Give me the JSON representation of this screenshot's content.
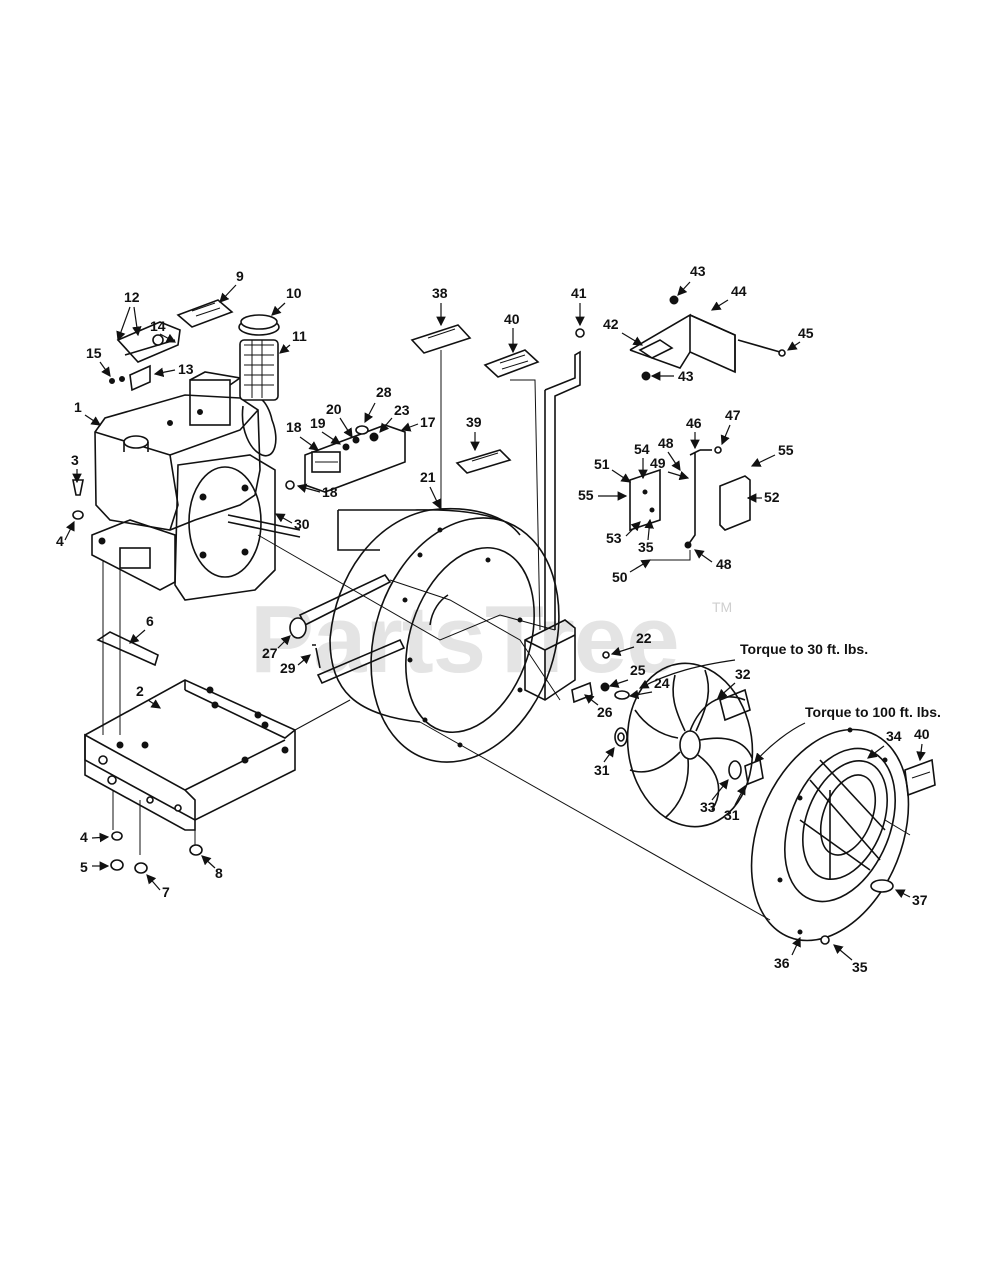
{
  "watermark": {
    "text": "PartsTree",
    "trademark": "TM"
  },
  "notes": {
    "torque_30": "Torque to 30 ft. lbs.",
    "torque_100": "Torque to 100 ft. lbs."
  },
  "callouts": [
    {
      "id": "c1",
      "text": "1"
    },
    {
      "id": "c2",
      "text": "2"
    },
    {
      "id": "c3",
      "text": "3"
    },
    {
      "id": "c4a",
      "text": "4"
    },
    {
      "id": "c4b",
      "text": "4"
    },
    {
      "id": "c5",
      "text": "5"
    },
    {
      "id": "c6",
      "text": "6"
    },
    {
      "id": "c7",
      "text": "7"
    },
    {
      "id": "c8",
      "text": "8"
    },
    {
      "id": "c9",
      "text": "9"
    },
    {
      "id": "c10",
      "text": "10"
    },
    {
      "id": "c11",
      "text": "11"
    },
    {
      "id": "c12",
      "text": "12"
    },
    {
      "id": "c13",
      "text": "13"
    },
    {
      "id": "c14",
      "text": "14"
    },
    {
      "id": "c15",
      "text": "15"
    },
    {
      "id": "c17",
      "text": "17"
    },
    {
      "id": "c18a",
      "text": "18"
    },
    {
      "id": "c18b",
      "text": "18"
    },
    {
      "id": "c19",
      "text": "19"
    },
    {
      "id": "c20",
      "text": "20"
    },
    {
      "id": "c21",
      "text": "21"
    },
    {
      "id": "c22",
      "text": "22"
    },
    {
      "id": "c23",
      "text": "23"
    },
    {
      "id": "c24",
      "text": "24"
    },
    {
      "id": "c25",
      "text": "25"
    },
    {
      "id": "c26",
      "text": "26"
    },
    {
      "id": "c27",
      "text": "27"
    },
    {
      "id": "c28",
      "text": "28"
    },
    {
      "id": "c29",
      "text": "29"
    },
    {
      "id": "c30",
      "text": "30"
    },
    {
      "id": "c31a",
      "text": "31"
    },
    {
      "id": "c31b",
      "text": "31"
    },
    {
      "id": "c32",
      "text": "32"
    },
    {
      "id": "c33",
      "text": "33"
    },
    {
      "id": "c34",
      "text": "34"
    },
    {
      "id": "c35a",
      "text": "35"
    },
    {
      "id": "c35b",
      "text": "35"
    },
    {
      "id": "c36",
      "text": "36"
    },
    {
      "id": "c37",
      "text": "37"
    },
    {
      "id": "c38",
      "text": "38"
    },
    {
      "id": "c39",
      "text": "39"
    },
    {
      "id": "c40a",
      "text": "40"
    },
    {
      "id": "c40b",
      "text": "40"
    },
    {
      "id": "c41",
      "text": "41"
    },
    {
      "id": "c42",
      "text": "42"
    },
    {
      "id": "c43a",
      "text": "43"
    },
    {
      "id": "c43b",
      "text": "43"
    },
    {
      "id": "c44",
      "text": "44"
    },
    {
      "id": "c45",
      "text": "45"
    },
    {
      "id": "c46",
      "text": "46"
    },
    {
      "id": "c47",
      "text": "47"
    },
    {
      "id": "c48a",
      "text": "48"
    },
    {
      "id": "c48b",
      "text": "48"
    },
    {
      "id": "c49",
      "text": "49"
    },
    {
      "id": "c50",
      "text": "50"
    },
    {
      "id": "c51",
      "text": "51"
    },
    {
      "id": "c52",
      "text": "52"
    },
    {
      "id": "c53",
      "text": "53"
    },
    {
      "id": "c54",
      "text": "54"
    },
    {
      "id": "c55a",
      "text": "55"
    },
    {
      "id": "c55b",
      "text": "55"
    }
  ]
}
